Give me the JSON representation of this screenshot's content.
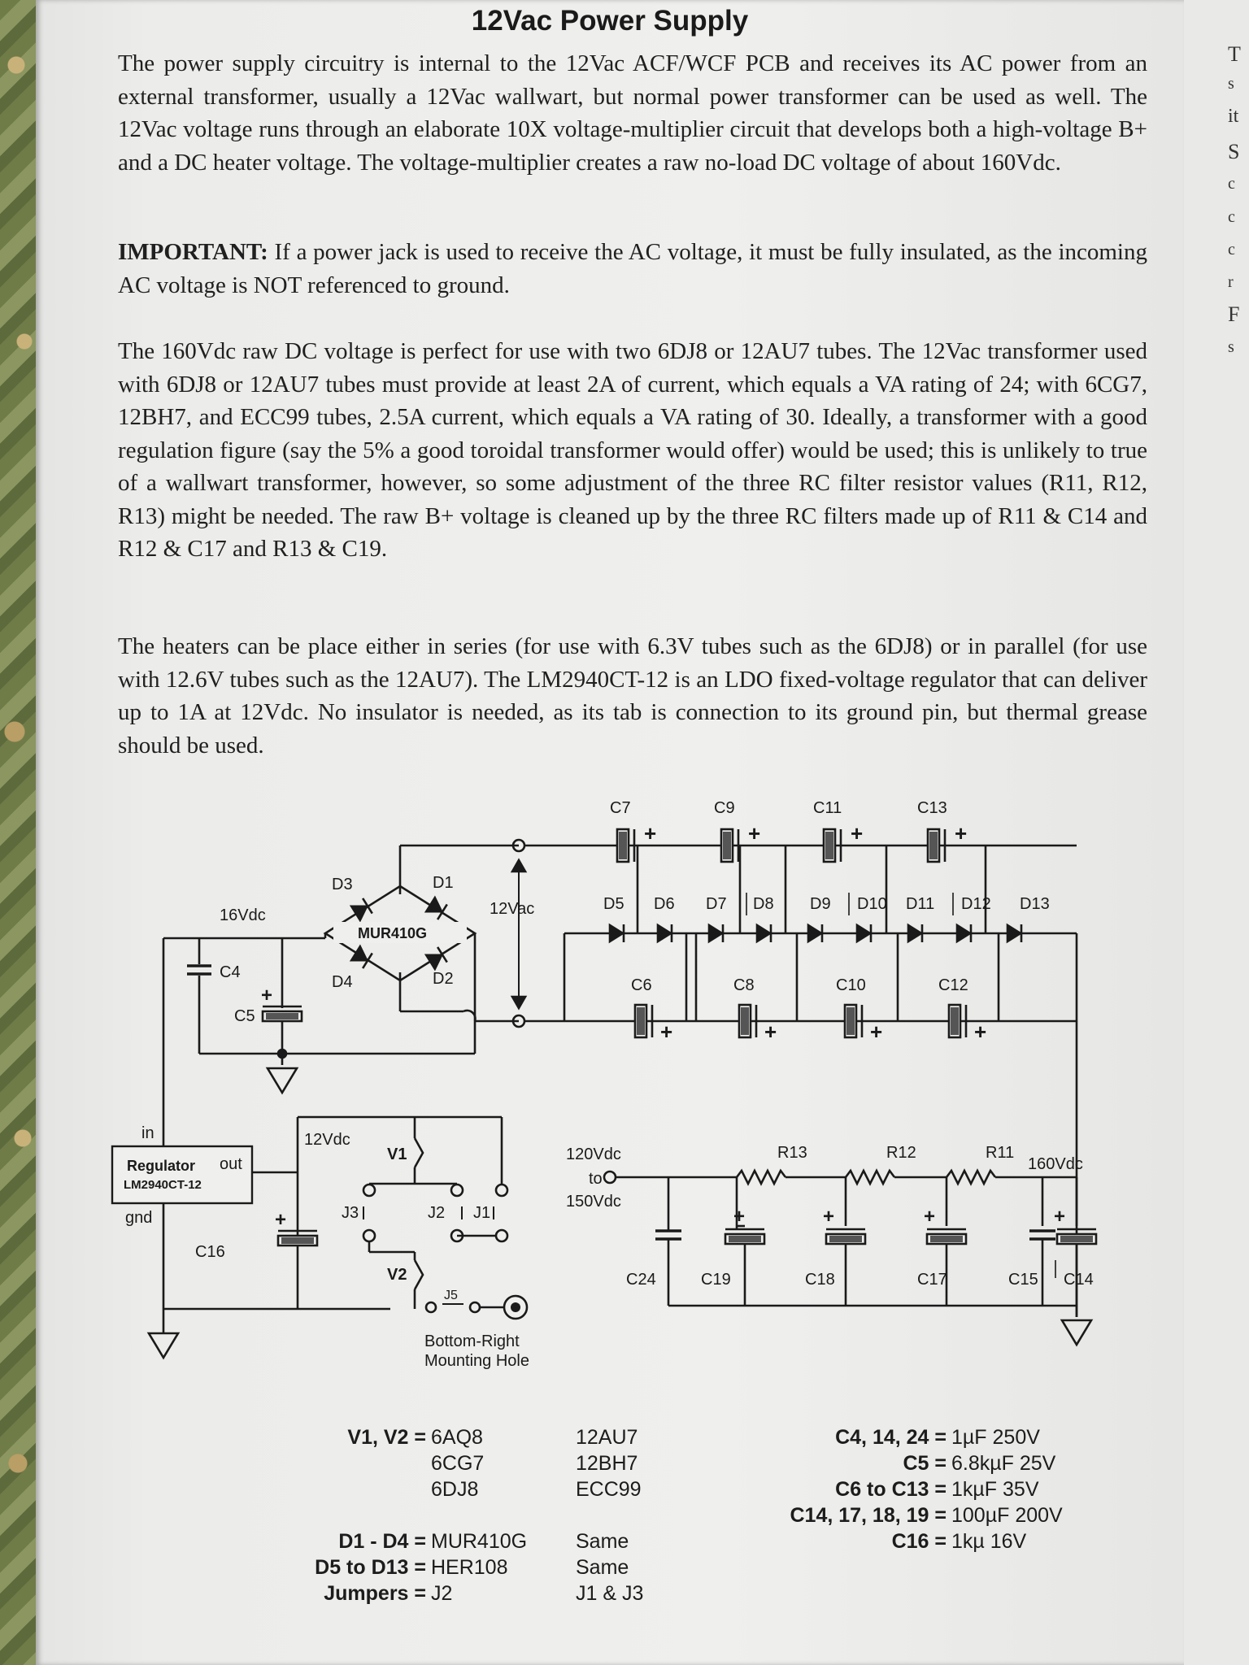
{
  "title": "12Vac Power Supply",
  "paragraphs": {
    "p1": "The power supply circuitry is internal to the 12Vac ACF/WCF PCB and receives its AC power from an external transformer, usually a 12Vac wallwart, but normal power transformer can be used as well. The 12Vac voltage runs through an elaborate 10X voltage-multiplier circuit that develops both a high-voltage B+ and a DC heater voltage. The voltage-multiplier creates a raw no-load DC voltage of about 160Vdc.",
    "p2_label": "IMPORTANT:",
    "p2": " If a power jack is used to receive the AC voltage, it must be fully insulated, as the incoming AC voltage is NOT referenced to ground.",
    "p3": "The 160Vdc raw DC voltage is perfect for use with two 6DJ8 or 12AU7 tubes. The 12Vac transformer used with 6DJ8 or 12AU7 tubes must provide at least 2A of current, which equals a VA rating of 24; with 6CG7, 12BH7, and ECC99 tubes, 2.5A current, which equals a VA rating of 30. Ideally, a transformer with a good regulation figure (say the 5% a good toroidal transformer would offer) would be used; this is unlikely to true of a wallwart transformer, however, so some adjustment of the three RC filter resistor values (R11, R12, R13) might be needed. The raw B+ voltage is cleaned up by the three RC filters made up of R11 & C14 and R12 & C17 and R13 & C19.",
    "p4": "The heaters can be place either in series (for use with 6.3V tubes such as the 6DJ8) or in parallel (for use with 12.6V tubes such as the 12AU7). The LM2940CT-12 is an LDO fixed-voltage regulator that can deliver up to 1A at 12Vdc. No insulator is needed, as its tab is connection to its ground pin, but thermal grease should be used."
  },
  "schematic": {
    "top_caps": [
      "C7",
      "C9",
      "C11",
      "C13"
    ],
    "bottom_caps": [
      "C6",
      "C8",
      "C10",
      "C12"
    ],
    "diodes": [
      "D5",
      "D6",
      "D7",
      "D8",
      "D9",
      "D10",
      "D11",
      "D12",
      "D13"
    ],
    "bridge": {
      "d1": "D1",
      "d2": "D2",
      "d3": "D3",
      "d4": "D4",
      "part": "MUR410G"
    },
    "ac_label": "12Vac",
    "dc16_label": "16Vdc",
    "c4": "C4",
    "c5": "C5",
    "reg": {
      "name": "Regulator",
      "part": "LM2940CT-12",
      "in": "in",
      "out": "out",
      "gnd": "gnd"
    },
    "v12_label": "12Vdc",
    "c16": "C16",
    "v1": "V1",
    "v2": "V2",
    "j1": "J1",
    "j2": "J2",
    "j3": "J3",
    "j5": "J5",
    "mount": [
      "Bottom-Right",
      "Mounting Hole"
    ],
    "bplus": [
      "120Vdc",
      "to",
      "150Vdc"
    ],
    "resistors": [
      "R13",
      "R12",
      "R11"
    ],
    "v160": "160Vdc",
    "filter_caps": [
      "C24",
      "C19",
      "C18",
      "C17",
      "C15",
      "C14"
    ]
  },
  "bom": {
    "tubes_label": "V1, V2 =",
    "tubes_a": [
      "6AQ8",
      "6CG7",
      "6DJ8"
    ],
    "tubes_b": [
      "12AU7",
      "12BH7",
      "ECC99"
    ],
    "parts_labels": [
      "D1 - D4 =",
      "D5 to D13 =",
      "Jumpers ="
    ],
    "parts_a": [
      "MUR410G",
      "HER108",
      "J2"
    ],
    "parts_b": [
      "Same",
      "Same",
      "J1 & J3"
    ],
    "cap_labels": [
      "C4, 14, 24 =",
      "C5 =",
      "C6 to C13 =",
      "C14, 17, 18, 19 =",
      "C16 ="
    ],
    "cap_values": [
      "1µF 250V",
      "6.8kµF 25V",
      "1kµF 35V",
      "100µF 200V",
      "1kµ 16V"
    ]
  },
  "facing_page_letters": [
    "T",
    "s",
    "it",
    "S",
    "c",
    "c",
    "c",
    "r",
    "F",
    "s"
  ]
}
